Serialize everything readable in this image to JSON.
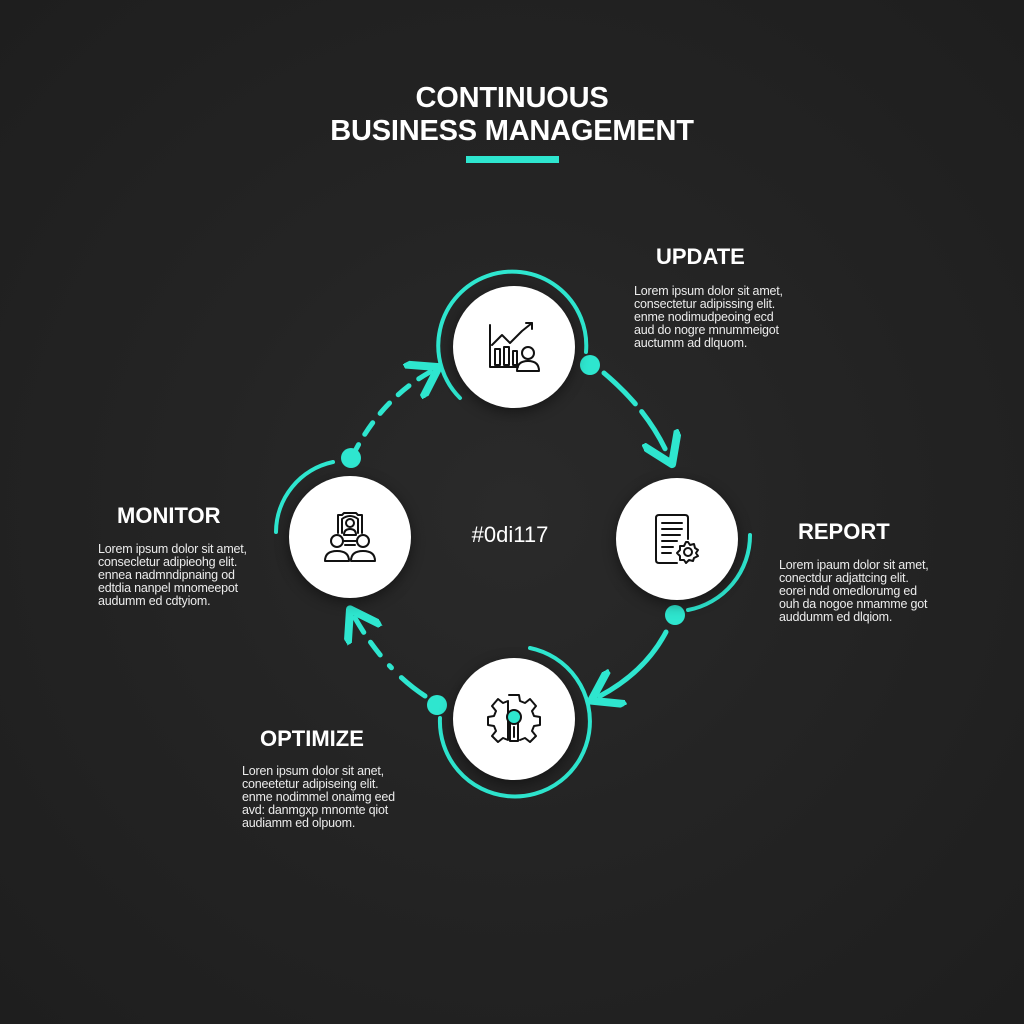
{
  "header": {
    "title_line1": "CONTINUOUS",
    "title_line2": "BUSINESS MANAGEMENT"
  },
  "center": {
    "label": "#0di117"
  },
  "colors": {
    "accent": "#2ee6cf",
    "background": "#242424",
    "node_fill": "#ffffff",
    "icon_stroke": "#111111",
    "text": "#ffffff"
  },
  "steps": [
    {
      "id": "update",
      "title": "UPDATE",
      "icon": "chart-growth-person-icon",
      "description": "Lorem ipsum dolor sit amet,\nconsectetur adipissing elit.\nenme nodimudpeoing ecd\naud do nogre mnummeigot\nauctumm ad dlquom."
    },
    {
      "id": "report",
      "title": "REPORT",
      "icon": "document-gear-icon",
      "description": "Lorem ipaum dolor sit amet,\nconectdur adjattcing elit.\neorei ndd omedlorumg ed\nouh da nogoe nmamme got\nauddumm ed dlqiom."
    },
    {
      "id": "optimize",
      "title": "OPTIMIZE",
      "icon": "gear-key-icon",
      "description": "Loren ipsum dolor sit anet,\nconeetetur adipiseing elit.\nenme nodimmel onaimg eed\navd: danmgxp mnomte qiot\naudiamm ed olpuom."
    },
    {
      "id": "monitor",
      "title": "MONITOR",
      "icon": "team-monitoring-icon",
      "description": "Lorem ipsum dolor sit amet,\nconsecletur adipieohg elit.\nennea nadmndipnaing od\nedtdia nanpel mnomeepot\naudumm ed cdtyiom."
    }
  ]
}
